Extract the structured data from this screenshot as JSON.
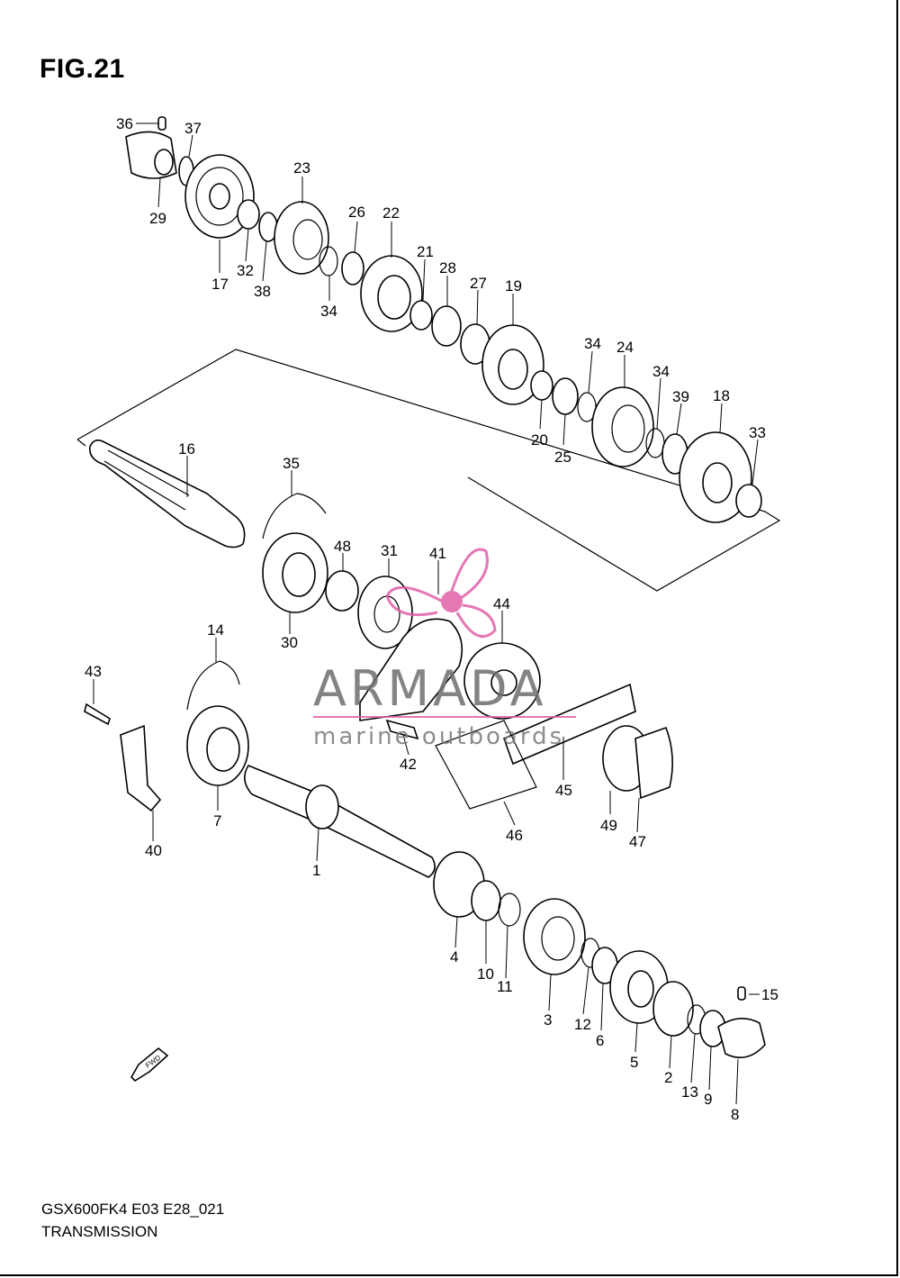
{
  "figure": {
    "title": "FIG.21",
    "model_code": "GSX600FK4 E03 E28_021",
    "section_title": "TRANSMISSION",
    "fwd_label": "FWD"
  },
  "watermark": {
    "brand": "ARMADA",
    "subtitle": "marine outboards",
    "color": "#e060a8"
  },
  "callouts": [
    "36",
    "37",
    "29",
    "17",
    "32",
    "38",
    "23",
    "34",
    "26",
    "22",
    "21",
    "28",
    "27",
    "19",
    "34",
    "24",
    "34",
    "39",
    "18",
    "33",
    "20",
    "25",
    "16",
    "35",
    "48",
    "31",
    "41",
    "44",
    "30",
    "14",
    "43",
    "42",
    "45",
    "46",
    "40",
    "7",
    "1",
    "49",
    "47",
    "4",
    "10",
    "11",
    "3",
    "12",
    "6",
    "5",
    "2",
    "13",
    "9",
    "15",
    "8"
  ]
}
